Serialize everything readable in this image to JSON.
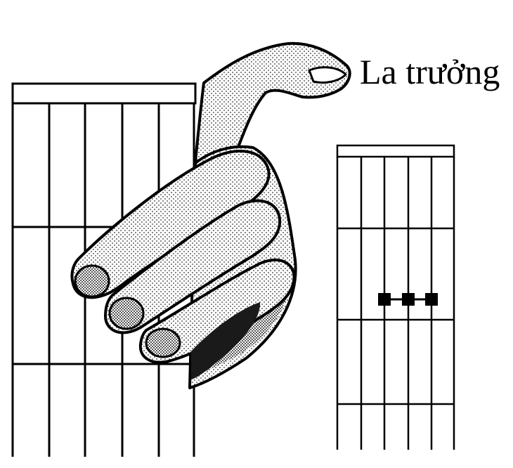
{
  "chord": {
    "title": "La trưởng"
  },
  "colors": {
    "ink": "#000000",
    "paper": "#ffffff",
    "skin_shade": "#3a3a3a"
  },
  "illustration": {
    "subject": "hand-pressing-fretboard",
    "finger_count": 3
  },
  "fretboard_large": {
    "strings": 6,
    "frets_visible": 3
  },
  "fretboard_small": {
    "strings": 6,
    "frets_visible": 4,
    "dots": [
      {
        "string": 3,
        "fret": 2
      },
      {
        "string": 4,
        "fret": 2
      },
      {
        "string": 5,
        "fret": 2
      }
    ]
  }
}
